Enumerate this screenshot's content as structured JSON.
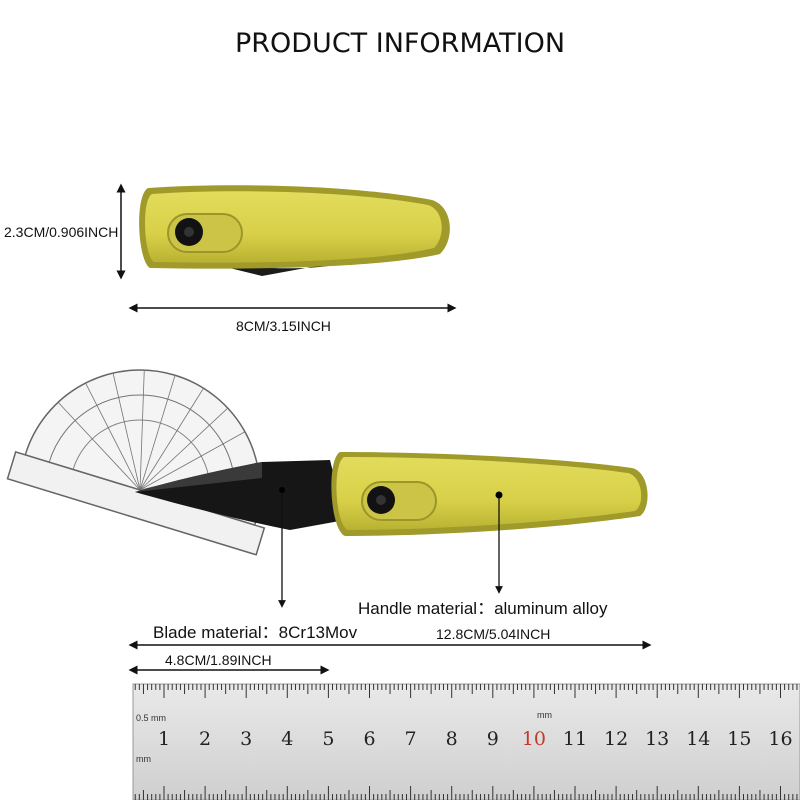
{
  "title": "PRODUCT INFORMATION",
  "dimensions": {
    "height_label": "2.3CM/0.906INCH",
    "width_label": "8CM/3.15INCH",
    "open_length_label": "12.8CM/5.04INCH",
    "blade_length_label": "4.8CM/1.89INCH"
  },
  "materials": {
    "handle_label": "Handle material",
    "handle_sep": "：",
    "handle_value": "aluminum alloy",
    "blade_label": "Blade material",
    "blade_sep": "：",
    "blade_value": "8Cr13Mov"
  },
  "ruler": {
    "numbers": [
      "1",
      "2",
      "3",
      "4",
      "5",
      "6",
      "7",
      "8",
      "9",
      "10",
      "11",
      "12",
      "13",
      "14",
      "15",
      "16"
    ],
    "unit_top": "0.5 mm",
    "unit_mm": "mm",
    "unit_bottom": "mm",
    "highlight": "10"
  },
  "colors": {
    "handle": "#d9d24a",
    "handle_dark": "#a7a02a",
    "blade": "#1a1a1a",
    "highlight": "#c0392b"
  },
  "icons": [
    "protractor-graphic",
    "knife-closed-graphic",
    "knife-open-graphic",
    "steel-ruler-graphic"
  ]
}
